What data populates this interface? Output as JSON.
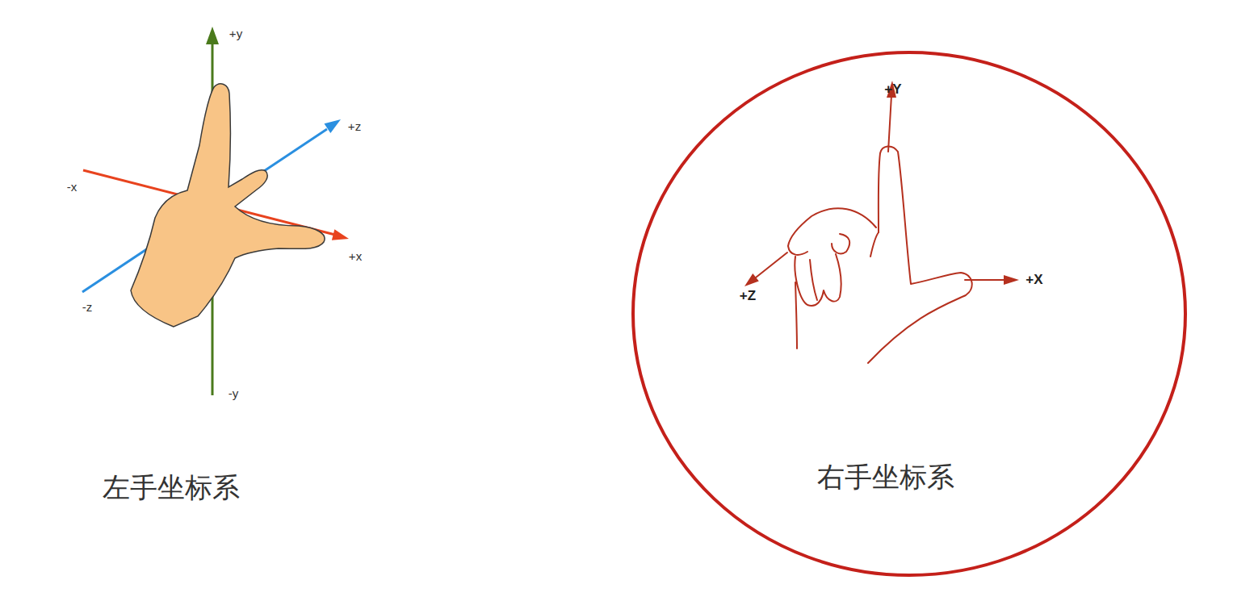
{
  "diagram": {
    "nodes": [
      {
        "text": [
          "右手坐标系"
        ]
      }
    ],
    "labels": [
      "+y",
      "+z",
      "-x",
      "+x",
      "-z",
      "-y",
      "左手坐标系",
      "+Y",
      "+Z",
      "+X"
    ]
  }
}
